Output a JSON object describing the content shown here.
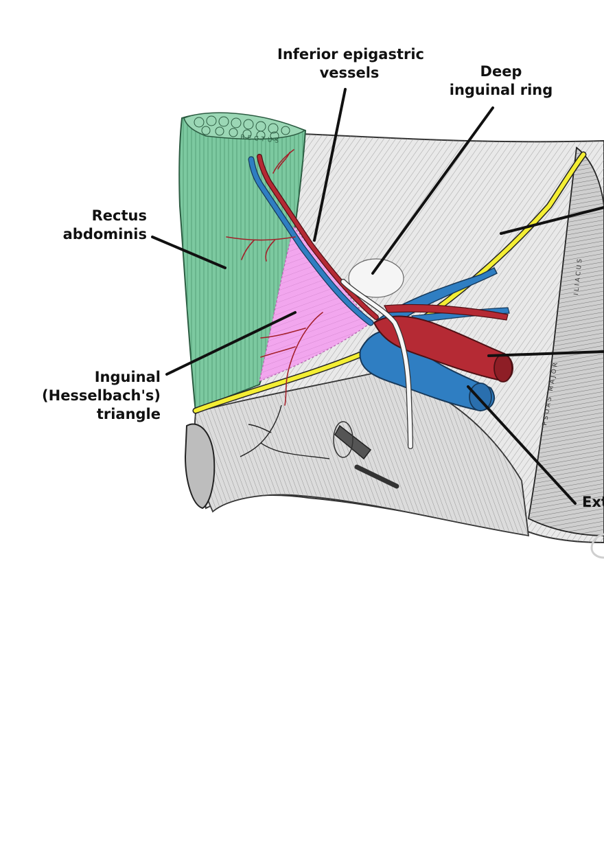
{
  "colors": {
    "rectus": "#7cc9a0",
    "triangle": "#f2a6ee",
    "ligament": "#f4ee34",
    "artery": "#b52a34",
    "vein": "#2f7ec2",
    "nerve": "#f2f2f2",
    "leader": "#111111"
  },
  "figure": {
    "muscle_label_rectus": "RECTUS",
    "muscle_label_iliacus": "ILIACUS",
    "muscle_label_psoas": "PSOAS MAJOR"
  },
  "labels": {
    "inferior_epigastric": [
      "Inferior epigastric",
      "vessels"
    ],
    "deep_inguinal_ring": [
      "Deep",
      "inguinal ring"
    ],
    "rectus_abdominis": [
      "Rectus",
      "abdominis"
    ],
    "inguinal_triangle": [
      "Inguinal",
      "(Hesselbach's)",
      "triangle"
    ],
    "external_iliac": [
      "Ext"
    ]
  }
}
